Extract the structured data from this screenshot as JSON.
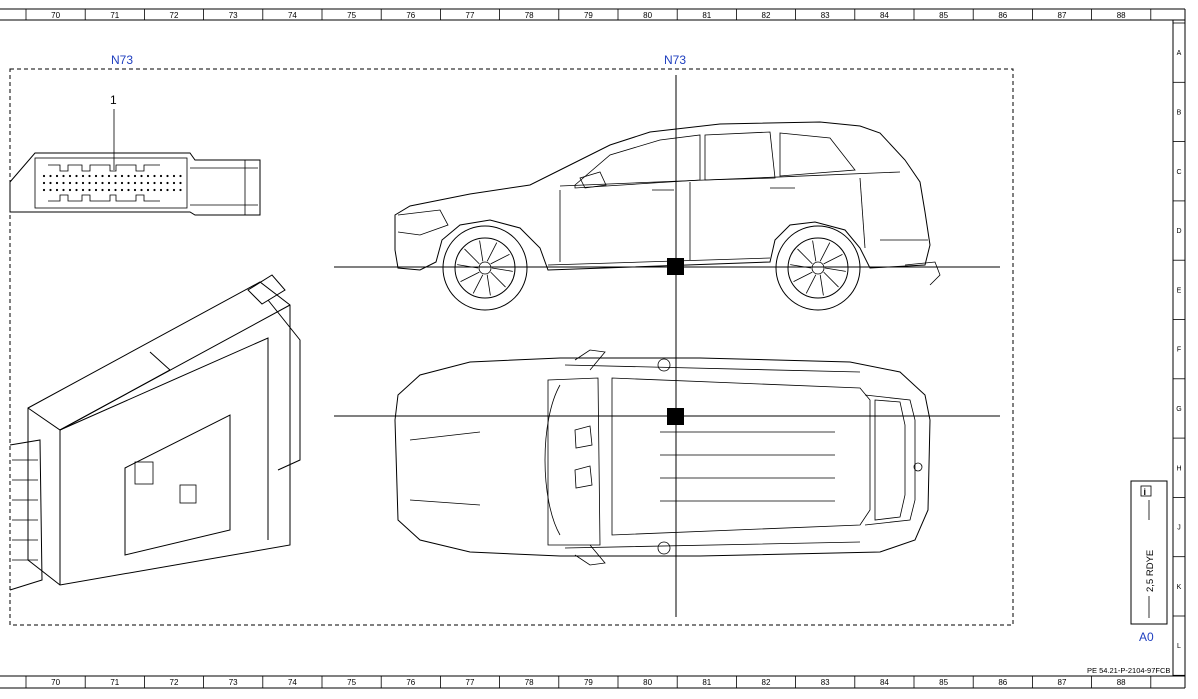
{
  "top_ruler": [
    "70",
    "71",
    "72",
    "73",
    "74",
    "75",
    "76",
    "77",
    "78",
    "79",
    "80",
    "81",
    "82",
    "83",
    "84",
    "85",
    "86",
    "87",
    "88"
  ],
  "bottom_ruler": [
    "70",
    "71",
    "72",
    "73",
    "74",
    "75",
    "76",
    "77",
    "78",
    "79",
    "80",
    "81",
    "82",
    "83",
    "84",
    "85",
    "86",
    "87",
    "88"
  ],
  "row_letters": [
    "A",
    "B",
    "C",
    "D",
    "E",
    "F",
    "G",
    "H",
    "J",
    "K",
    "L"
  ],
  "labels": {
    "component_left": "N73",
    "component_center": "N73",
    "callout_1": "1",
    "connector_ref": "A0",
    "document_id": "PE 54.21-P-2104-97FCB"
  },
  "legend": {
    "icon": "info-icon",
    "wire": "2,5 RDYE"
  },
  "colors": {
    "label_blue": "#1f3fbf",
    "line": "#000000",
    "background": "#ffffff"
  }
}
